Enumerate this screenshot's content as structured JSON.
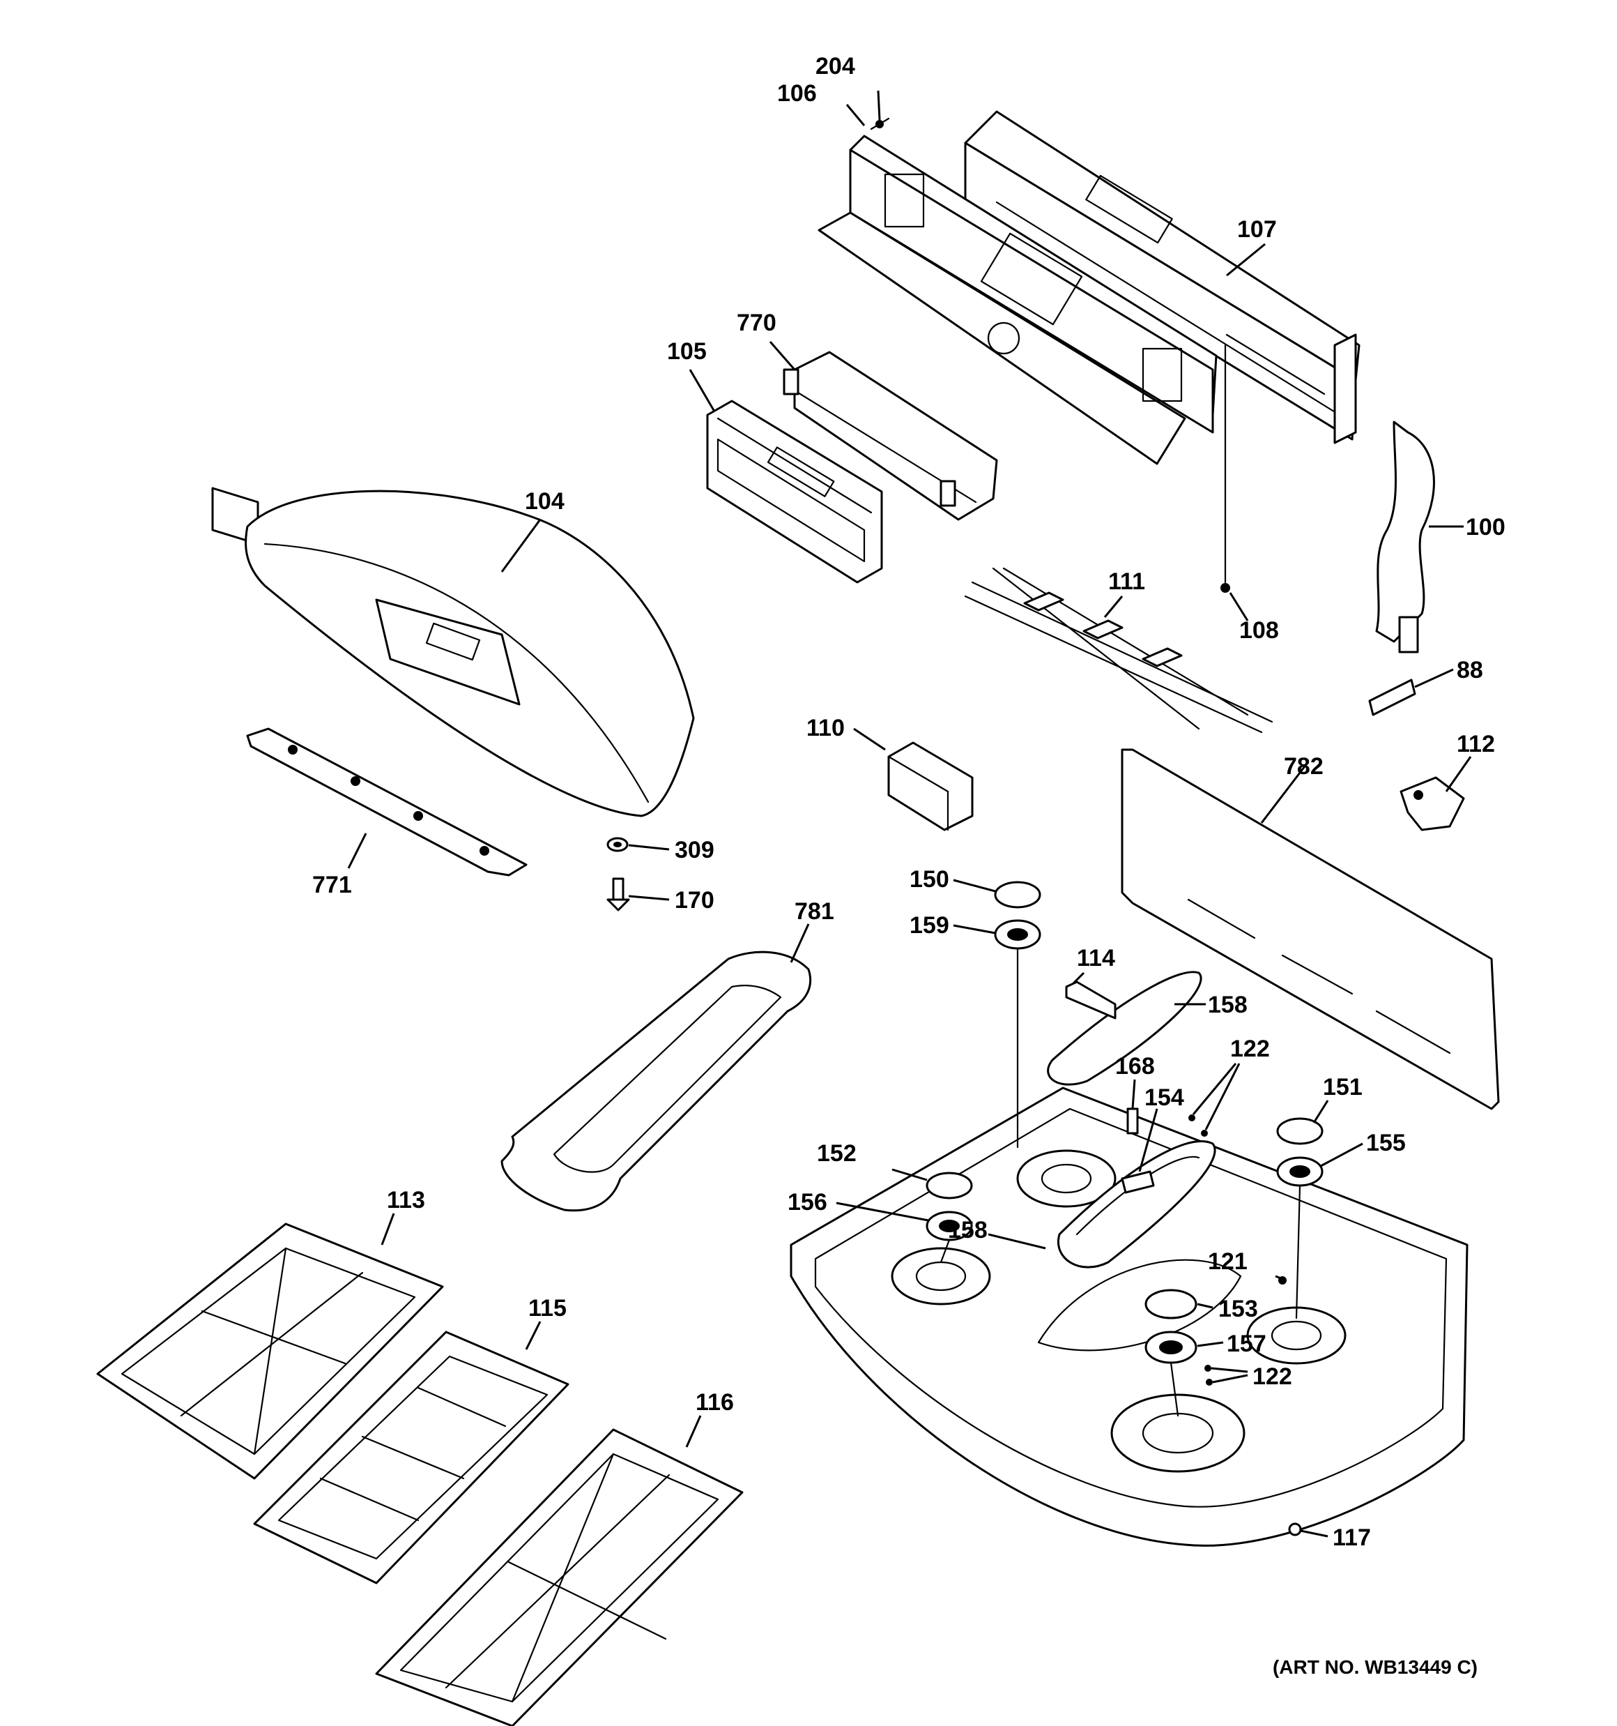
{
  "diagram": {
    "callouts": {
      "c204": "204",
      "c106": "106",
      "c107": "107",
      "c770": "770",
      "c105": "105",
      "c104": "104",
      "c100": "100",
      "c111": "111",
      "c108": "108",
      "c88": "88",
      "c110": "110",
      "c782": "782",
      "c112": "112",
      "c309": "309",
      "c771": "771",
      "c170": "170",
      "c150": "150",
      "c781": "781",
      "c159": "159",
      "c114": "114",
      "c158a": "158",
      "c122a": "122",
      "c168": "168",
      "c154": "154",
      "c151": "151",
      "c155": "155",
      "c152": "152",
      "c156": "156",
      "c158b": "158",
      "c113": "113",
      "c121": "121",
      "c153": "153",
      "c115": "115",
      "c157": "157",
      "c122b": "122",
      "c116": "116",
      "c117": "117"
    },
    "art_number": "(ART NO. WB13449 C)"
  }
}
